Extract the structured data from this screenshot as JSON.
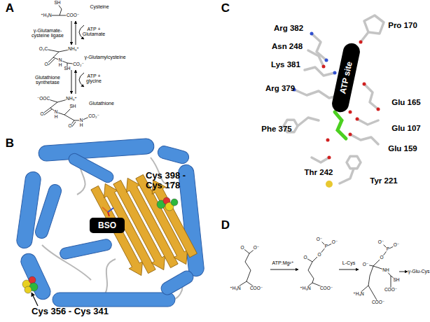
{
  "diagram": {
    "nodes": [
      {
        "text": [
          "BSO"
        ]
      },
      {
        "text": [
          "ATP site"
        ]
      }
    ],
    "labels": [
      "A",
      "Cysteine",
      "SH",
      "⁺H₃N",
      "COO⁻",
      "γ-Glutamate-cysteine ligase",
      "ATP + Glutamate",
      "γ-Glutamylcysteine",
      "O₂C",
      "NH₃⁺",
      "O",
      "N",
      "H",
      "SH",
      "CO₂⁻",
      "Glutathione synthetase",
      "ATP + glycine",
      "Glutathione",
      "⁻OOC",
      "NH₃⁺",
      "O",
      "N",
      "H",
      "SH",
      "O",
      "N",
      "H",
      "CO₂⁻",
      "B",
      "Cys 398 - Cys 178",
      "Cys 356 - Cys 341",
      "C",
      "Arg 382",
      "Asn 248",
      "Lys 381",
      "Arg 379",
      "Phe 375",
      "Thr 242",
      "Pro 170",
      "Glu 165",
      "Glu 107",
      "Glu 159",
      "Tyr 221",
      "D",
      "ATP:Mg²⁺",
      "L-Cys",
      "γ-Glu-Cys",
      "O",
      "O⁻",
      "⁺H₃N",
      "COO⁻",
      "O",
      "O",
      "P",
      "O⁻",
      "O⁻",
      "⁺H₃N",
      "COO⁻",
      "O⁻",
      "O",
      "P",
      "O⁻",
      "O⁻",
      "NH",
      "SH",
      "COO⁻",
      "⁺H₃N",
      "COO⁻"
    ]
  }
}
